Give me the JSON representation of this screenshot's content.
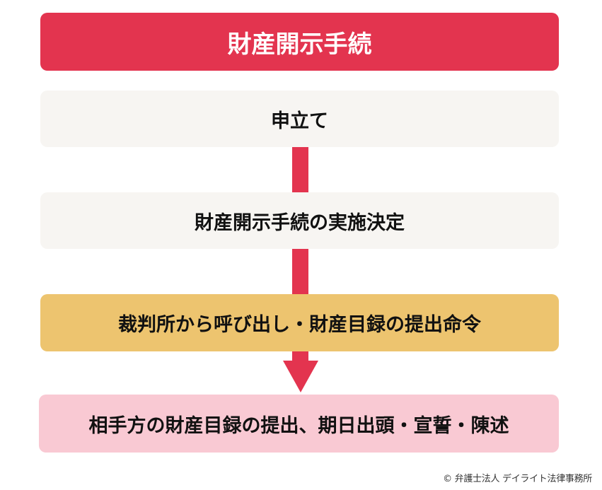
{
  "title": "財産開示手続",
  "steps": [
    {
      "label": "申立て",
      "color": "#F7F5F2"
    },
    {
      "label": "財産開示手続の実施決定",
      "color": "#F7F5F2"
    },
    {
      "label": "裁判所から呼び出し・財産目録の提出命令",
      "color": "#EDC46F"
    },
    {
      "label": "相手方の財産目録の提出、期日出頭・宣誓・陳述",
      "color": "#F9C9D3"
    }
  ],
  "colors": {
    "accent": "#E3344F",
    "connector": "#E3344F"
  },
  "connectors": [
    {
      "type": "bar"
    },
    {
      "type": "bar"
    },
    {
      "type": "arrow-down"
    }
  ],
  "footer": {
    "copyright": "© 弁護士法人 デイライト法律事務所"
  }
}
